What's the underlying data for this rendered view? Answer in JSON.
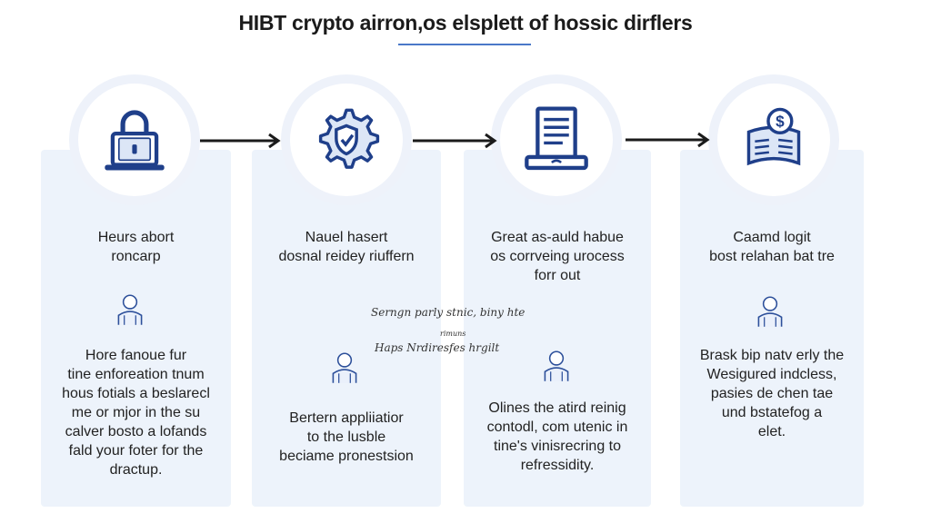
{
  "title": "HIBT crypto airron,os elsplett of hossic dirflers",
  "steps": [
    {
      "icon": "padlock-laptop-icon",
      "heading": [
        "Heurs abort",
        "roncarp"
      ],
      "body": [
        "Hore fanoue fur",
        "tine enforeation tnum",
        "hous fotials a beslarecl",
        "me or mjor in the su",
        "calver bosto a lofands",
        "fald your foter for the",
        "dractup."
      ]
    },
    {
      "icon": "gear-shield-icon",
      "heading": [
        "Nauel hasert",
        "dosnal reidey riuffern"
      ],
      "body": [
        "Bertern appliiatior",
        "to the lusble",
        "beciame pronestsion"
      ]
    },
    {
      "icon": "document-computer-icon",
      "heading": [
        "Great as-auld habue",
        "os corrveing urocess",
        "forr out"
      ],
      "body": [
        "Olines the atird reinig",
        "contodl, com utenic in",
        "tine's vinisrecring to",
        "refressidity."
      ]
    },
    {
      "icon": "dollar-ledger-icon",
      "heading": [
        "Caamd logit",
        "bost relahan bat tre"
      ],
      "body": [
        "Brask bip natv erly the",
        "Wesigured indcless,",
        "pasies de chen tae",
        "und bstatefog a",
        "elet."
      ]
    }
  ],
  "notes": {
    "line1": "Serngn parly stnic, biny hte",
    "line2": "rimuns",
    "line3": "Haps Nrdiresfes hrgilt"
  },
  "colors": {
    "accent": "#1f3f8a",
    "panel": "#edf3fb",
    "underline": "#4a78c8"
  }
}
